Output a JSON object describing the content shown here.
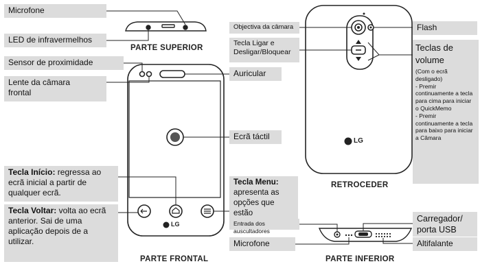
{
  "captions": {
    "top": "PARTE SUPERIOR",
    "front": "PARTE FRONTAL",
    "back": "RETROCEDER",
    "bottom": "PARTE INFERIOR"
  },
  "labels": {
    "microfone_top": "Microfone",
    "led_ir": "LED de infravermelhos",
    "proximity": "Sensor de proximidade",
    "front_camera": "Lente da câmara frontal",
    "home_title": "Tecla Início:",
    "home_desc": " regressa ao ecrã inicial a partir de qualquer ecrã.",
    "back_title": "Tecla Voltar:",
    "back_desc": " volta ao ecrã anterior. Sai de uma aplicação depois de a utilizar.",
    "earpiece": "Auricular",
    "touchscreen": "Ecrã táctil",
    "menu_title": "Tecla Menu:",
    "menu_desc": " apresenta as opções que estão disponíveis.",
    "rear_camera": "Objectiva da câmara",
    "power_key": "Tecla Ligar e Desligar/Bloquear",
    "flash": "Flash",
    "volume_title": "Teclas de volume",
    "volume_desc": "(Com o ecrã desligado)\n- Premir continuamente a tecla para cima para iniciar o QuickMemo\n- Premir continuamente a tecla para baixo para iniciar a Câmara",
    "headset_jack": "Entrada dos auscultadores",
    "microfone_bottom": "Microfone",
    "charger_usb": "Carregador/ porta USB",
    "speaker": "Altifalante"
  },
  "logo_text": "LG"
}
